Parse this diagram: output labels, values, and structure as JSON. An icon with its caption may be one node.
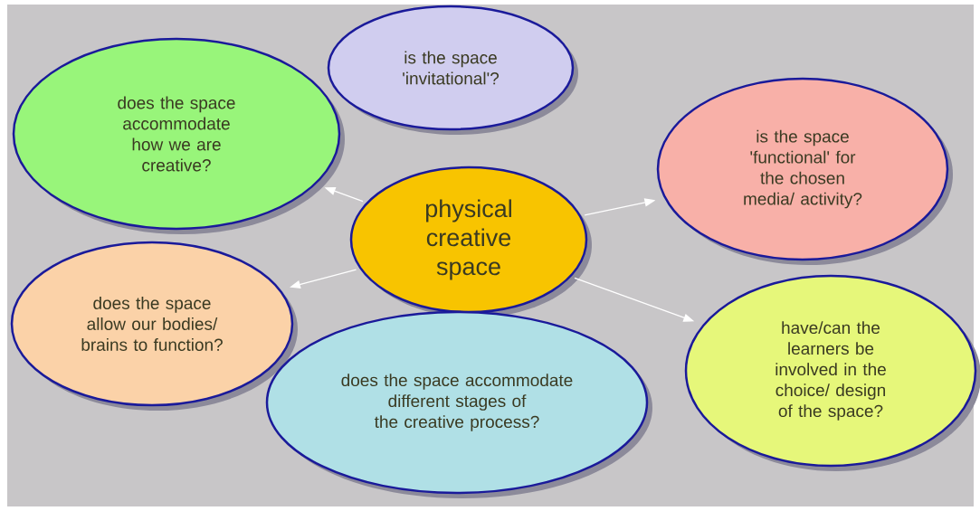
{
  "diagram": {
    "nodes": [
      {
        "text": [
          "is the space 'invitational'?"
        ]
      },
      {
        "text": [
          "does the space accommodate how we are creative?"
        ]
      },
      {
        "text": [
          "is the space 'functional' for the chosen media/ activity?"
        ]
      },
      {
        "text": [
          "physical creative space"
        ]
      },
      {
        "text": [
          "does the space allow our bodies/ brains to function?"
        ]
      },
      {
        "text": [
          "does the space accommodate different stages of the creative process?"
        ]
      },
      {
        "text": [
          "have/can the learners be involved in the choice/ design of the space?"
        ]
      }
    ],
    "edges": [
      {
        "from": 3,
        "to": 1,
        "arrow": "to"
      },
      {
        "from": 3,
        "to": 4,
        "arrow": "to"
      },
      {
        "from": 3,
        "to": 2,
        "arrow": "to"
      },
      {
        "from": 3,
        "to": 6,
        "arrow": "to"
      }
    ]
  }
}
